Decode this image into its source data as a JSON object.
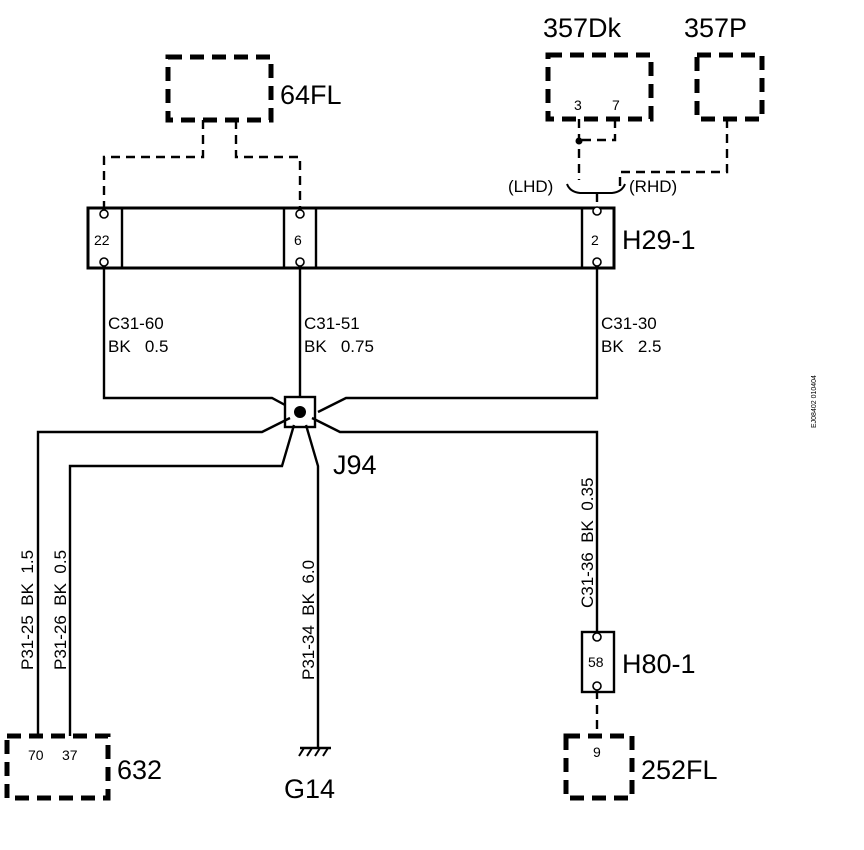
{
  "connectors": {
    "c64fl": "64FL",
    "c357dk": "357Dk",
    "c357p": "357P",
    "h29": "H29-1",
    "j94": "J94",
    "h80": "H80-1",
    "c632": "632",
    "g14": "G14",
    "c252fl": "252FL"
  },
  "pins": {
    "h29_a": "22",
    "h29_b": "6",
    "h29_c": "2",
    "dk_a": "3",
    "dk_b": "7",
    "h80": "58",
    "c632_a": "70",
    "c632_b": "37",
    "c252fl": "9"
  },
  "options": {
    "lhd": "(LHD)",
    "rhd": "(RHD)"
  },
  "wires": {
    "w1_id": "C31-60",
    "w1_spec": "BK   0.5",
    "w2_id": "C31-51",
    "w2_spec": "BK   0.75",
    "w3_id": "C31-30",
    "w3_spec": "BK   2.5",
    "w4": "C31-36  BK  0.35",
    "w5": "P31-25  BK  1.5",
    "w6": "P31-26  BK  0.5",
    "w7": "P31-34  BK  6.0"
  },
  "figure_code": "EJ08402 010404"
}
